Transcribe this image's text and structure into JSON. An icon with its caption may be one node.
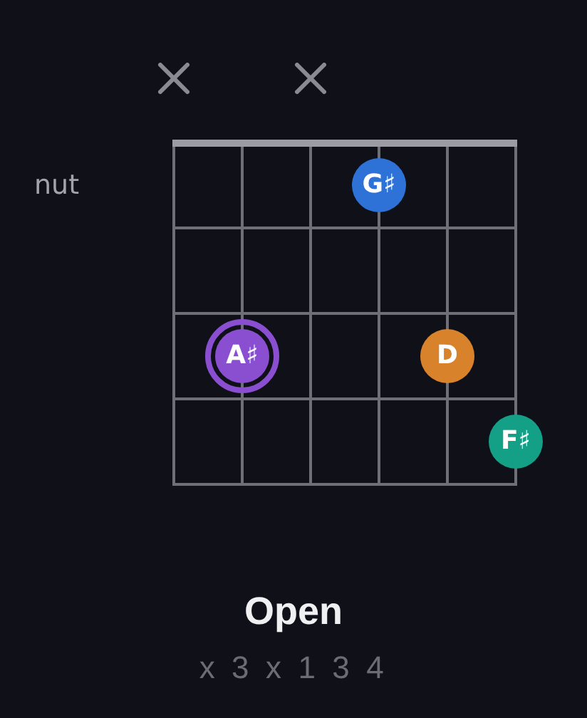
{
  "diagram": {
    "title": "Open",
    "nodes": [
      {
        "text": [
          "G♯"
        ]
      },
      {
        "text": [
          "A♯"
        ]
      },
      {
        "text": [
          "D"
        ]
      },
      {
        "text": [
          "F♯"
        ]
      }
    ],
    "labels": [
      "nut",
      "x 3 x 1 3 4"
    ]
  }
}
